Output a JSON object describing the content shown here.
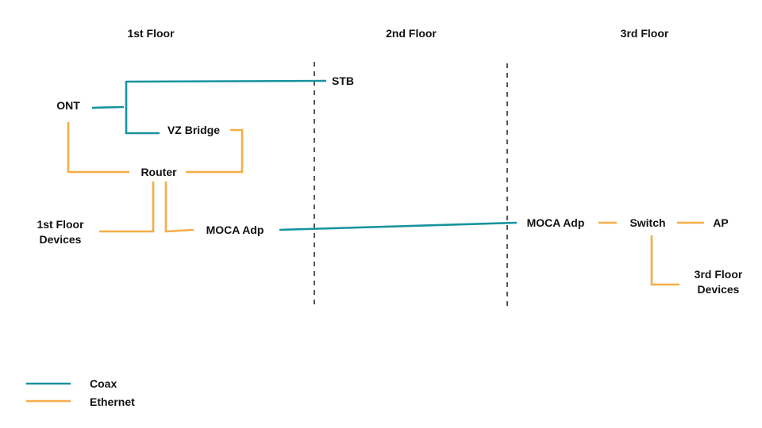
{
  "floors": [
    {
      "id": "floor-1",
      "label": "1st Floor"
    },
    {
      "id": "floor-2",
      "label": "2nd Floor"
    },
    {
      "id": "floor-3",
      "label": "3rd Floor"
    }
  ],
  "nodes": {
    "ont": {
      "lines": [
        "ONT"
      ]
    },
    "stb": {
      "lines": [
        "STB"
      ]
    },
    "vz_bridge": {
      "lines": [
        "VZ Bridge"
      ]
    },
    "router": {
      "lines": [
        "Router"
      ]
    },
    "floor1_devices": {
      "lines": [
        "1st Floor",
        "Devices"
      ]
    },
    "moca_adp_1": {
      "lines": [
        "MOCA Adp"
      ]
    },
    "moca_adp_3": {
      "lines": [
        "MOCA Adp"
      ]
    },
    "switch": {
      "lines": [
        "Switch"
      ]
    },
    "ap": {
      "lines": [
        "AP"
      ]
    },
    "floor3_devices": {
      "lines": [
        "3rd Floor",
        "Devices"
      ]
    }
  },
  "connections": [
    {
      "from": "ONT",
      "to": "STB",
      "type": "coax"
    },
    {
      "from": "ONT",
      "to": "VZ Bridge",
      "type": "coax"
    },
    {
      "from": "ONT",
      "to": "Router",
      "type": "ethernet"
    },
    {
      "from": "VZ Bridge",
      "to": "Router",
      "type": "ethernet"
    },
    {
      "from": "Router",
      "to": "1st Floor Devices",
      "type": "ethernet"
    },
    {
      "from": "Router",
      "to": "MOCA Adp (1st Floor)",
      "type": "ethernet"
    },
    {
      "from": "MOCA Adp (1st Floor)",
      "to": "MOCA Adp (3rd Floor)",
      "type": "coax"
    },
    {
      "from": "MOCA Adp (3rd Floor)",
      "to": "Switch",
      "type": "ethernet"
    },
    {
      "from": "Switch",
      "to": "AP",
      "type": "ethernet"
    },
    {
      "from": "Switch",
      "to": "3rd Floor Devices",
      "type": "ethernet"
    }
  ],
  "legend": [
    {
      "type": "coax",
      "label": "Coax",
      "color": "#17939f"
    },
    {
      "type": "ethernet",
      "label": "Ethernet",
      "color": "#f5ad47"
    }
  ],
  "colors": {
    "coax": "#17939f",
    "ethernet": "#f5ad47",
    "divider": "#555555",
    "text": "#111111"
  }
}
